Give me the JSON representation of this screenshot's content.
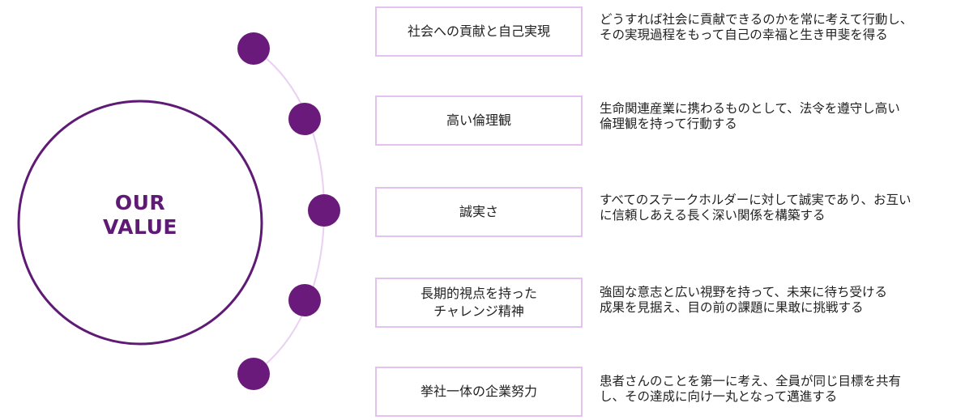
{
  "center": {
    "line1": "OUR",
    "line2": "VALUE"
  },
  "colors": {
    "accent": "#6a1a7a",
    "circle_stroke": "#5e1a75",
    "arc": "#ead0f2",
    "box_border": "#e3c3ee"
  },
  "values": [
    {
      "title": [
        "社会への貢献と自己実現"
      ],
      "desc": [
        "どうすれば社会に貢献できるのかを常に考えて行動し、",
        "その実現過程をもって自己の幸福と生き甲斐を得る"
      ]
    },
    {
      "title": [
        "高い倫理観"
      ],
      "desc": [
        "生命関連産業に携わるものとして、法令を遵守し高い",
        "倫理観を持って行動する"
      ]
    },
    {
      "title": [
        "誠実さ"
      ],
      "desc": [
        "すべてのステークホルダーに対して誠実であり、お互い",
        "に信頼しあえる長く深い関係を構築する"
      ]
    },
    {
      "title": [
        "長期的視点を持った",
        "チャレンジ精神"
      ],
      "desc": [
        "強固な意志と広い視野を持って、未来に待ち受ける",
        "成果を見据え、目の前の課題に果敢に挑戦する"
      ]
    },
    {
      "title": [
        "挙社一体の企業努力"
      ],
      "desc": [
        "患者さんのことを第一に考え、全員が同じ目標を共有",
        "し、その達成に向け一丸となって邁進する"
      ]
    }
  ]
}
